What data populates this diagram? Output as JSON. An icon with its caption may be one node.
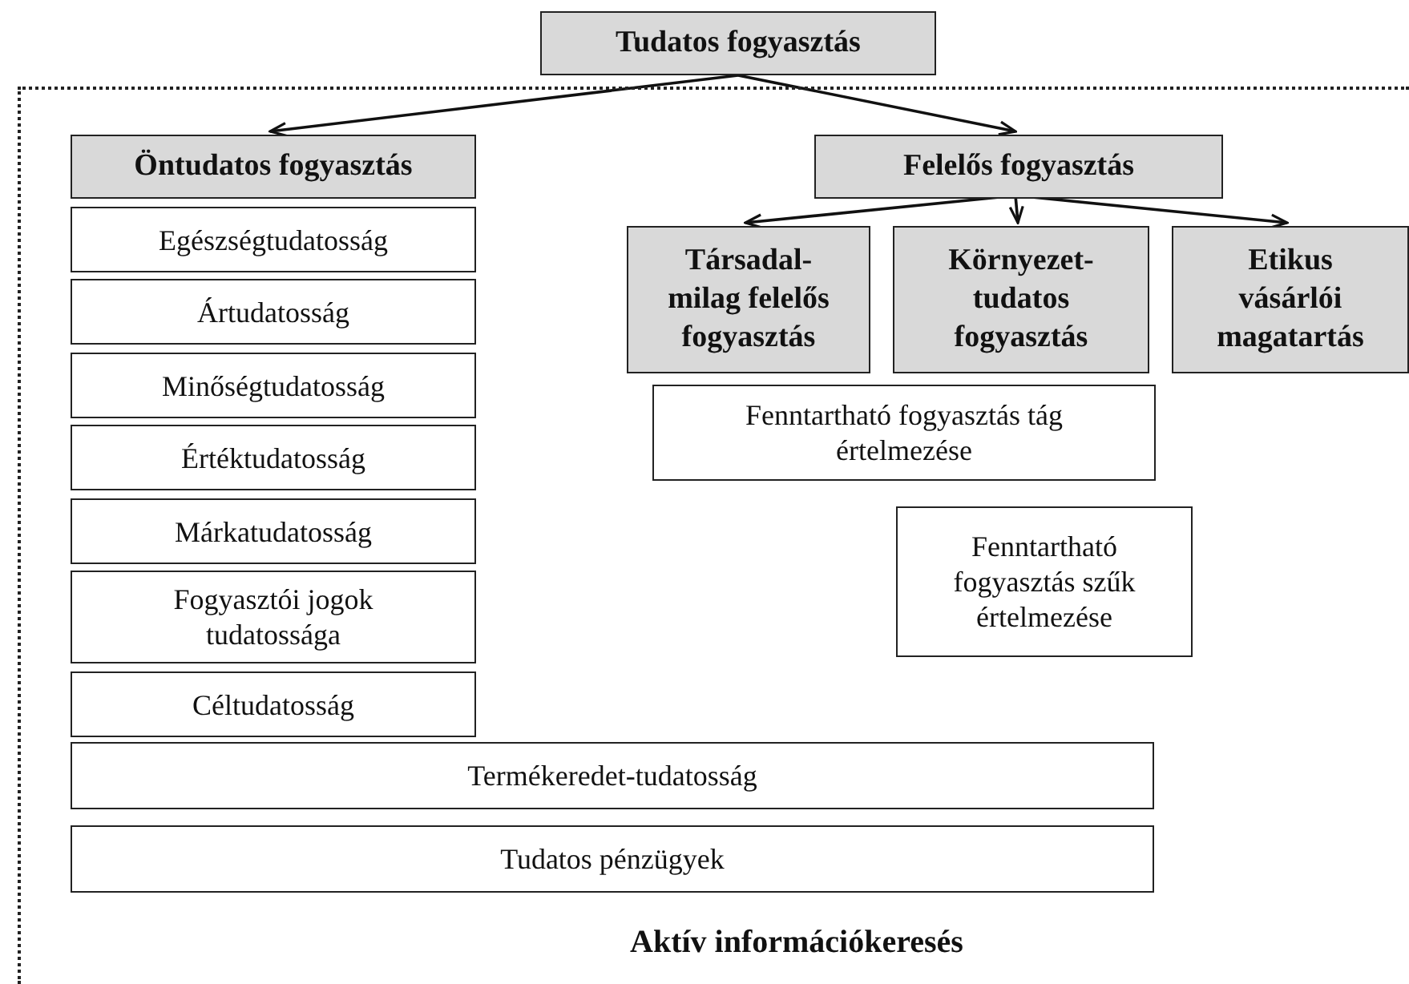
{
  "diagram": {
    "nodes": [
      {
        "text": [
          "Tudatos fogyasztás"
        ]
      },
      {
        "text": [
          "Aktív információkeresés"
        ]
      },
      {
        "text": [
          "Öntudatos fogyasztás"
        ],
        "in": 1
      },
      {
        "text": [
          "Egészségtudatosság"
        ],
        "in": 1
      },
      {
        "text": [
          "Ártudatosság"
        ],
        "in": 1
      },
      {
        "text": [
          "Minőségtudatosság"
        ],
        "in": 1
      },
      {
        "text": [
          "Értéktudatosság"
        ],
        "in": 1
      },
      {
        "text": [
          "Márkatudatosság"
        ],
        "in": 1
      },
      {
        "text": [
          "Fogyasztói jogok tudatossága"
        ],
        "in": 1
      },
      {
        "text": [
          "Céltudatosság"
        ],
        "in": 1
      },
      {
        "text": [
          "Termékeredet-tudatosság"
        ],
        "in": 1
      },
      {
        "text": [
          "Tudatos pénzügyek"
        ],
        "in": 1
      },
      {
        "text": [
          "Felelős fogyasztás"
        ],
        "in": 1
      },
      {
        "text": [
          "Társadal- milag felelős fogyasztás"
        ],
        "in": 1
      },
      {
        "text": [
          "Környezet- tudatos fogyasztás"
        ],
        "in": 1
      },
      {
        "text": [
          "Etikus vásárlói magatartás"
        ],
        "in": 1
      },
      {
        "text": [
          "Fenntartható fogyasztás tág értelmezése"
        ],
        "in": 1
      },
      {
        "text": [
          "Fenntartható fogyasztás szűk értelmezése"
        ],
        "in": 1
      }
    ],
    "edges": [
      {
        "from": 0,
        "to": 2,
        "arrow": "to"
      },
      {
        "from": 0,
        "to": 12,
        "arrow": "to"
      },
      {
        "from": 12,
        "to": 13,
        "arrow": "to"
      },
      {
        "from": 12,
        "to": 14,
        "arrow": "to"
      },
      {
        "from": 12,
        "to": 15,
        "arrow": "to"
      }
    ]
  }
}
